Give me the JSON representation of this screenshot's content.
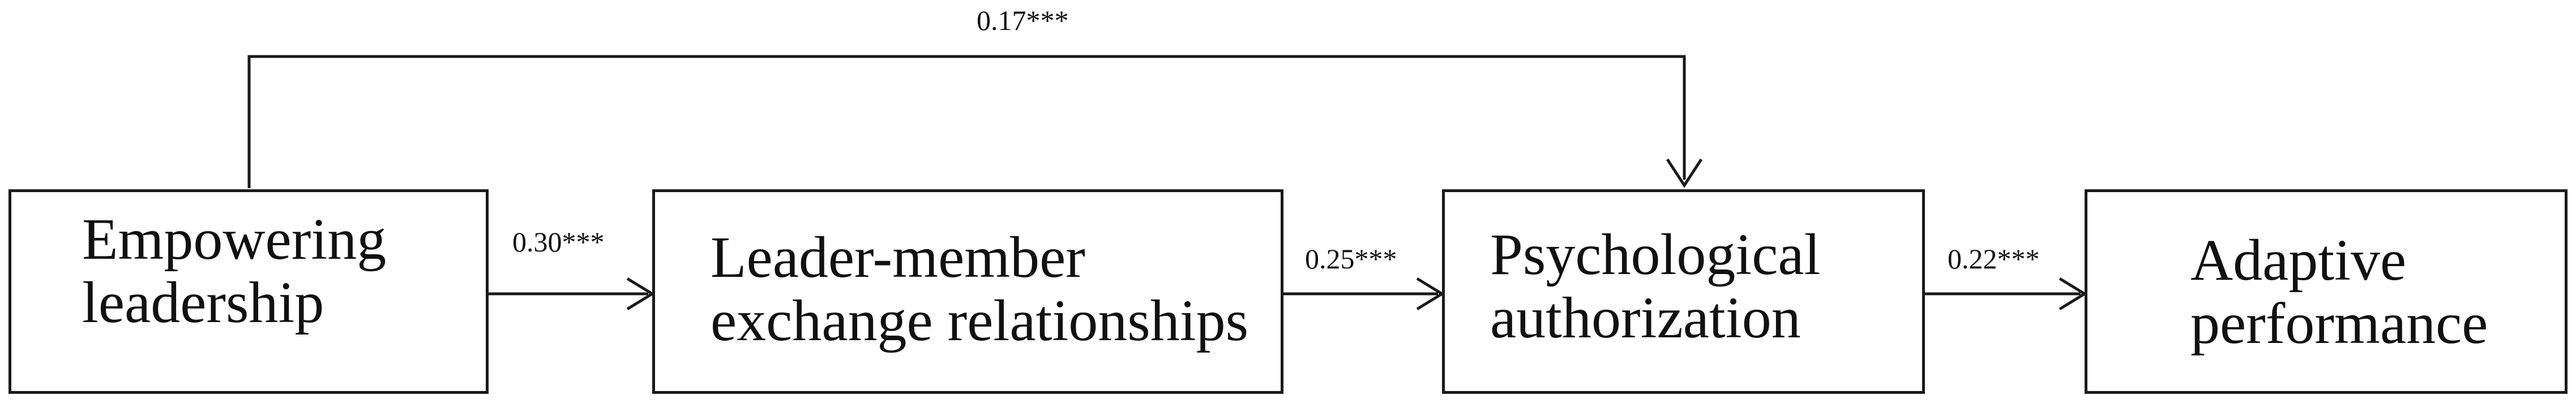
{
  "nodes": {
    "empowering_leadership": {
      "line1": "Empowering",
      "line2": "leadership"
    },
    "lmx": {
      "line1": "Leader-member",
      "line2": "exchange relationships"
    },
    "psychological_authorization": {
      "line1": "Psychological",
      "line2": "authorization"
    },
    "adaptive_performance": {
      "line1": "Adaptive",
      "line2": "performance"
    }
  },
  "paths": {
    "el_to_lmx": "0.30***",
    "lmx_to_pa": "0.25***",
    "pa_to_ap": "0.22***",
    "el_to_pa_direct": "0.17***"
  },
  "colors": {
    "line": "#1a1a1a",
    "text": "#111111",
    "background": "#ffffff"
  }
}
